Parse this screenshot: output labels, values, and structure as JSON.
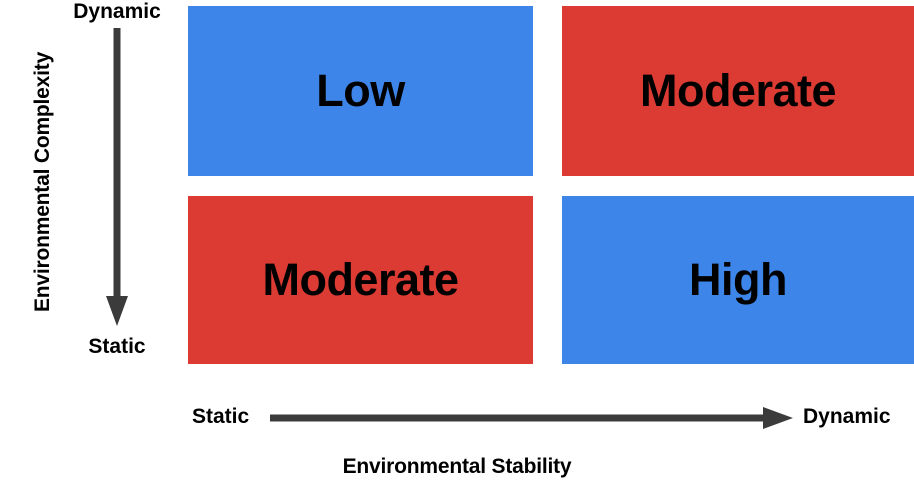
{
  "diagram": {
    "type": "2x2-matrix",
    "x_axis": {
      "title": "Environmental Stability",
      "start_label": "Static",
      "end_label": "Dynamic",
      "arrow_color": "#3b3b3b"
    },
    "y_axis": {
      "title": "Environmental Complexity",
      "start_label": "Dynamic",
      "end_label": "Static",
      "arrow_color": "#3b3b3b"
    },
    "colors": {
      "blue": "#3d85e8",
      "red": "#db3b33",
      "text": "#000000",
      "background": "#ffffff"
    },
    "cells": [
      {
        "position": "top-left",
        "label": "Low",
        "color": "#3d85e8"
      },
      {
        "position": "top-right",
        "label": "Moderate",
        "color": "#db3b33"
      },
      {
        "position": "bottom-left",
        "label": "Moderate",
        "color": "#db3b33"
      },
      {
        "position": "bottom-right",
        "label": "High",
        "color": "#3d85e8"
      }
    ]
  }
}
